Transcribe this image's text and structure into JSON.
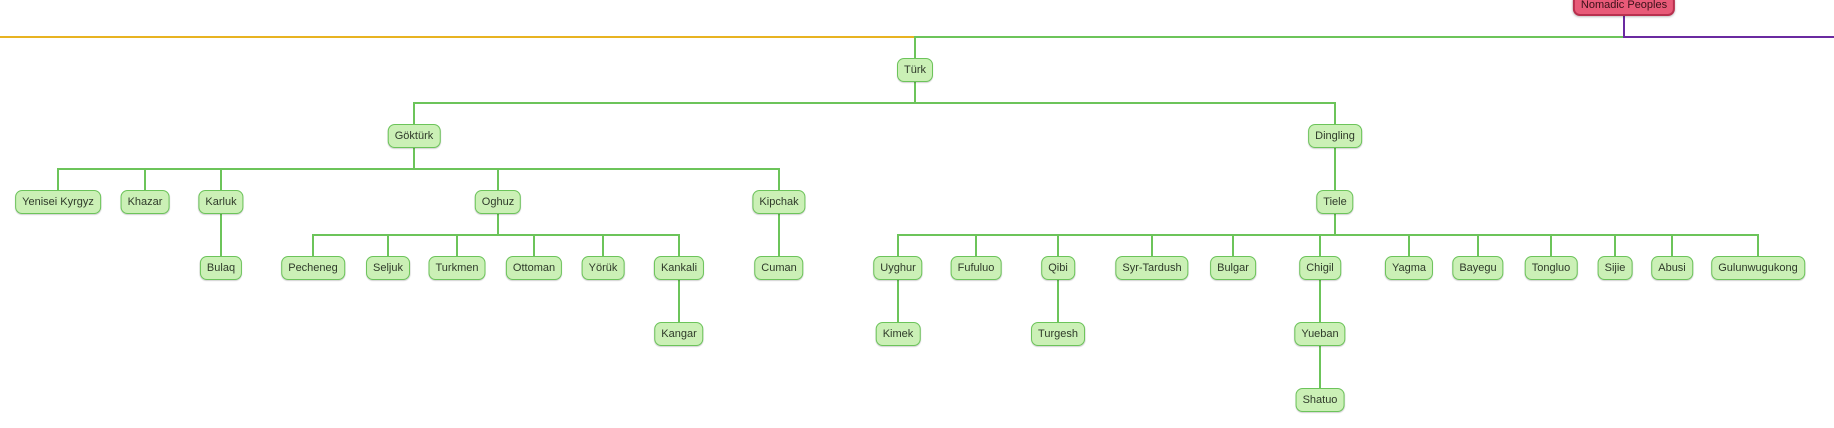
{
  "diagram": {
    "colors": {
      "node_fill": "#cbf0b6",
      "node_border": "#6cc45a",
      "branch_line": "#6cc45a",
      "root_fill": "#e85a78",
      "root_border": "#b8304e",
      "line_left": "#e8b321",
      "line_right": "#6a2aa0"
    },
    "root": {
      "label": "Nomadic Peoples"
    },
    "nodes": [
      {
        "id": "turk",
        "label": "Türk",
        "parent": null
      },
      {
        "id": "gokturk",
        "label": "Göktürk",
        "parent": "turk"
      },
      {
        "id": "dingling",
        "label": "Dingling",
        "parent": "turk"
      },
      {
        "id": "yenisei",
        "label": "Yenisei Kyrgyz",
        "parent": "gokturk"
      },
      {
        "id": "khazar",
        "label": "Khazar",
        "parent": "gokturk"
      },
      {
        "id": "karluk",
        "label": "Karluk",
        "parent": "gokturk"
      },
      {
        "id": "oghuz",
        "label": "Oghuz",
        "parent": "gokturk"
      },
      {
        "id": "kipchak",
        "label": "Kipchak",
        "parent": "gokturk"
      },
      {
        "id": "bulaq",
        "label": "Bulaq",
        "parent": "karluk"
      },
      {
        "id": "pecheneg",
        "label": "Pecheneg",
        "parent": "oghuz"
      },
      {
        "id": "seljuk",
        "label": "Seljuk",
        "parent": "oghuz"
      },
      {
        "id": "turkmen",
        "label": "Turkmen",
        "parent": "oghuz"
      },
      {
        "id": "ottoman",
        "label": "Ottoman",
        "parent": "oghuz"
      },
      {
        "id": "yoruk",
        "label": "Yörük",
        "parent": "oghuz"
      },
      {
        "id": "kankali",
        "label": "Kankali",
        "parent": "oghuz"
      },
      {
        "id": "kangar",
        "label": "Kangar",
        "parent": "kankali"
      },
      {
        "id": "cuman",
        "label": "Cuman",
        "parent": "kipchak"
      },
      {
        "id": "tiele",
        "label": "Tiele",
        "parent": "dingling"
      },
      {
        "id": "uyghur",
        "label": "Uyghur",
        "parent": "tiele"
      },
      {
        "id": "fufuluo",
        "label": "Fufuluo",
        "parent": "tiele"
      },
      {
        "id": "qibi",
        "label": "Qibi",
        "parent": "tiele"
      },
      {
        "id": "syrtardush",
        "label": "Syr-Tardush",
        "parent": "tiele"
      },
      {
        "id": "bulgar",
        "label": "Bulgar",
        "parent": "tiele"
      },
      {
        "id": "chigil",
        "label": "Chigil",
        "parent": "tiele"
      },
      {
        "id": "yagma",
        "label": "Yagma",
        "parent": "tiele"
      },
      {
        "id": "bayegu",
        "label": "Bayegu",
        "parent": "tiele"
      },
      {
        "id": "tongluo",
        "label": "Tongluo",
        "parent": "tiele"
      },
      {
        "id": "sijie",
        "label": "Sijie",
        "parent": "tiele"
      },
      {
        "id": "abusi",
        "label": "Abusi",
        "parent": "tiele"
      },
      {
        "id": "gulunwugukong",
        "label": "Gulunwugukong",
        "parent": "tiele"
      },
      {
        "id": "kimek",
        "label": "Kimek",
        "parent": "uyghur"
      },
      {
        "id": "turgesh",
        "label": "Turgesh",
        "parent": "qibi"
      },
      {
        "id": "yueban",
        "label": "Yueban",
        "parent": "chigil"
      },
      {
        "id": "shatuo",
        "label": "Shatuo",
        "parent": "yueban"
      }
    ]
  }
}
